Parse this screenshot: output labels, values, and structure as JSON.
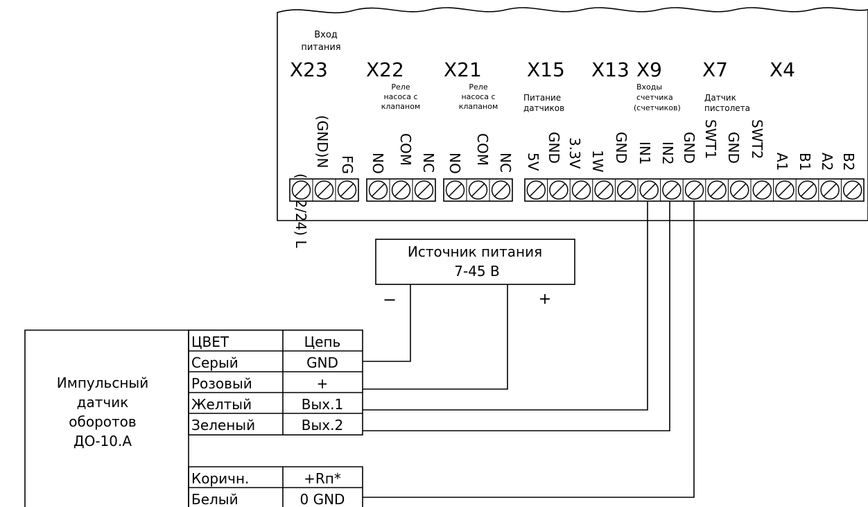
{
  "board": {
    "connectors": [
      {
        "id": "X23",
        "caption": [
          "Вход",
          "питания"
        ],
        "pins": [
          "(+12/24) L",
          "(GND)N",
          "FG"
        ]
      },
      {
        "id": "X22",
        "caption": [
          "Реле",
          "насоса с",
          "клапаном"
        ],
        "pins": [
          "NO",
          "COM",
          "NC"
        ]
      },
      {
        "id": "X21",
        "caption": [
          "Реле",
          "насоса с",
          "клапаном"
        ],
        "pins": [
          "NO",
          "COM",
          "NC"
        ]
      },
      {
        "id": "X15",
        "caption": [
          "Питание",
          "датчиков"
        ],
        "pins": [
          "5V",
          "GND",
          "3.3V"
        ]
      },
      {
        "id": "X13",
        "caption": [],
        "pins": [
          "1W",
          "GND"
        ]
      },
      {
        "id": "X9",
        "caption": [
          "Входы",
          "счетчика",
          "(счетчиков)"
        ],
        "pins": [
          "IN1",
          "IN2",
          "GND"
        ]
      },
      {
        "id": "X7",
        "caption": [
          "Датчик",
          "пистолета"
        ],
        "pins": [
          "SWT1",
          "GND",
          "SWT2"
        ]
      },
      {
        "id": "X4",
        "caption": [],
        "pins": [
          "A1",
          "B1",
          "A2",
          "B2"
        ]
      }
    ]
  },
  "power_supply": {
    "lines": [
      "Источник питания",
      "7-45 В"
    ],
    "minus": "−",
    "plus": "+"
  },
  "sensor": {
    "lines": [
      "Импульсный",
      "датчик",
      "оборотов",
      "ДО-10.А"
    ]
  },
  "wiring_table": {
    "headers": [
      "ЦВЕТ",
      "Цепь"
    ],
    "rows": [
      [
        "Серый",
        "GND"
      ],
      [
        "Розовый",
        "+"
      ],
      [
        "Желтый",
        "Вых.1"
      ],
      [
        "Зеленый",
        "Вых.2"
      ]
    ],
    "extra_rows": [
      [
        "Коричн.",
        "+Rп*"
      ],
      [
        "Белый",
        "0 GND"
      ]
    ]
  }
}
